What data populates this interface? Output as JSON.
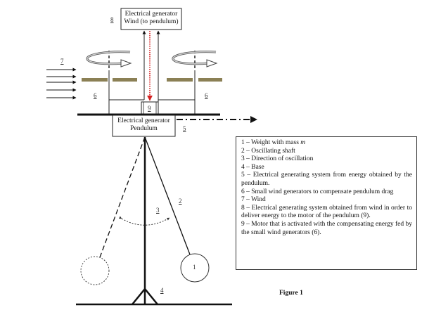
{
  "diagram": {
    "boxes": {
      "wind_generator": [
        "Electrical generator",
        "Wind (to pendulum)"
      ],
      "pendulum_generator": [
        "Electrical generator",
        "Pendulum"
      ]
    },
    "labels": {
      "n1": "1",
      "n2": "2",
      "n3": "3",
      "n4": "4",
      "n5": "5",
      "n6_left": "6",
      "n6_right": "6",
      "n7": "7",
      "n8": "8",
      "n9": "9"
    },
    "legend": [
      {
        "prefix": "1 – Weight with mass ",
        "italic": "m",
        "suffix": ""
      },
      {
        "prefix": "2 – Oscillating shaft",
        "italic": "",
        "suffix": ""
      },
      {
        "prefix": "3 – Direction of oscillation",
        "italic": "",
        "suffix": ""
      },
      {
        "prefix": "4 – Base",
        "italic": "",
        "suffix": ""
      },
      {
        "prefix": "5 – Electrical generating system from energy obtained by the pendulum.",
        "italic": "",
        "suffix": ""
      },
      {
        "prefix": "6 – Small wind generators to compensate pendulum drag",
        "italic": "",
        "suffix": ""
      },
      {
        "prefix": "7 – Wind",
        "italic": "",
        "suffix": ""
      },
      {
        "prefix": "8 – Electrical generating system obtained from wind in order to deliver energy to the motor of the pendulum (9).",
        "italic": "",
        "suffix": ""
      },
      {
        "prefix": "9 – Motor that is activated with the compensating energy fed by the small wind generators (6).",
        "italic": "",
        "suffix": ""
      }
    ],
    "caption": "Figure 1",
    "colors": {
      "blade": "#8b8055",
      "energy_arrow": "#d42020",
      "line": "#111111"
    }
  }
}
